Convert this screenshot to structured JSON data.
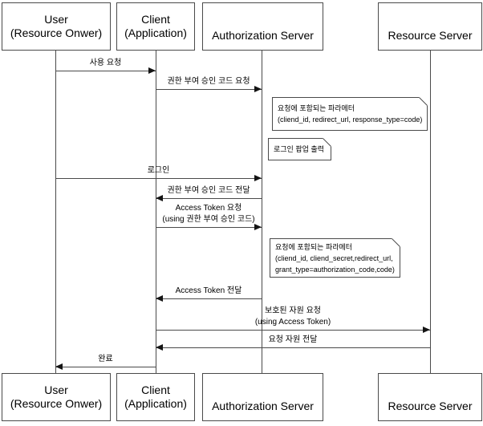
{
  "colors": {
    "stroke": "#4a4a4a",
    "arrowhead": "#141414",
    "text": "#000000",
    "background": "#ffffff"
  },
  "participants": [
    {
      "id": "user",
      "lines": [
        "User",
        "(Resource Onwer)"
      ]
    },
    {
      "id": "client",
      "lines": [
        "Client",
        "(Application)"
      ]
    },
    {
      "id": "authorization-server",
      "lines": [
        "Authorization Server"
      ]
    },
    {
      "id": "resource-server",
      "lines": [
        "Resource Server"
      ]
    }
  ],
  "messages": [
    {
      "from": "User (Resource Onwer)",
      "to": "Client (Application)",
      "label": "사용 요청"
    },
    {
      "from": "Client (Application)",
      "to": "Authorization Server",
      "label": "권한 부여 승인 코드 요청"
    },
    {
      "from": "User (Resource Onwer)",
      "to": "Authorization Server",
      "label": "로그인"
    },
    {
      "from": "Authorization Server",
      "to": "Client (Application)",
      "label": "권한 부여 승인 코드 전달"
    },
    {
      "from": "Client (Application)",
      "to": "Authorization Server",
      "label": "Access Token 요청",
      "sublabel": "(using 권한 부여 승인 코드)"
    },
    {
      "from": "Authorization Server",
      "to": "Client (Application)",
      "label": "Access Token 전달"
    },
    {
      "from": "Client (Application)",
      "to": "Resource Server",
      "label": "보호된 자원 요청",
      "sublabel": "(using Access Token)"
    },
    {
      "from": "Resource Server",
      "to": "Client (Application)",
      "label": "요청 자원 전달"
    },
    {
      "from": "Client (Application)",
      "to": "User (Resource Onwer)",
      "label": "완료"
    }
  ],
  "notes": [
    {
      "lines": [
        "요청에 포함되는 파라메터",
        "(cliend_id, redirect_url, response_type=code)"
      ]
    },
    {
      "lines": [
        "로그인 팝업 출력"
      ]
    },
    {
      "lines": [
        "요청에 포함되는 파라메터",
        "(cliend_id, cliend_secret,redirect_url,",
        "grant_type=authorization_code,code)"
      ]
    }
  ]
}
